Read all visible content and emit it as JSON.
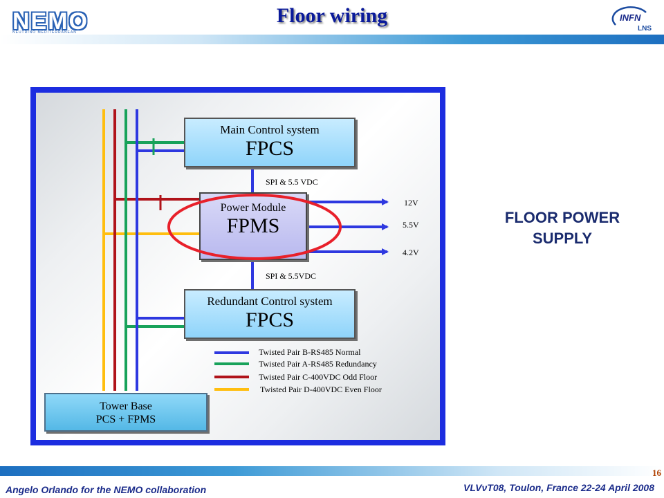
{
  "header": {
    "title": "Floor wiring",
    "left_logo_text": "NEMO",
    "left_logo_subtitle": "NEUTRINO MEDITERRANEAN OBSERVATORY",
    "right_logo_text": "INFN",
    "right_logo_sub": "LNS"
  },
  "diagram": {
    "main_fpcs": {
      "small": "Main Control system",
      "big": "FPCS"
    },
    "power_module": {
      "small": "Power Module",
      "big": "FPMS"
    },
    "redundant_fpcs": {
      "small": "Redundant Control system",
      "big": "FPCS"
    },
    "tower_base": {
      "line1": "Tower Base",
      "line2": "PCS + FPMS"
    },
    "spi_top": "SPI & 5.5 VDC",
    "spi_bottom": "SPI & 5.5VDC",
    "outputs": [
      "12V",
      "5.5V",
      "4.2V"
    ],
    "legend": [
      {
        "label": "Twisted Pair B-RS485 Normal",
        "color": "#2e38e0"
      },
      {
        "label": "Twisted Pair A-RS485 Redundancy",
        "color": "#18a25a"
      },
      {
        "label": "Twisted Pair C-400VDC Odd Floor",
        "color": "#b0131a"
      },
      {
        "label": "Twisted Pair D-400VDC Even Floor",
        "color": "#ffbe0f"
      }
    ],
    "highlight_color": "#e8202a"
  },
  "side_note": {
    "line1": "FLOOR POWER",
    "line2": "SUPPLY"
  },
  "footer": {
    "page_number": "16",
    "left": "Angelo Orlando for the NEMO collaboration",
    "right": "VLVνT08, Toulon, France 22-24 April 2008"
  }
}
